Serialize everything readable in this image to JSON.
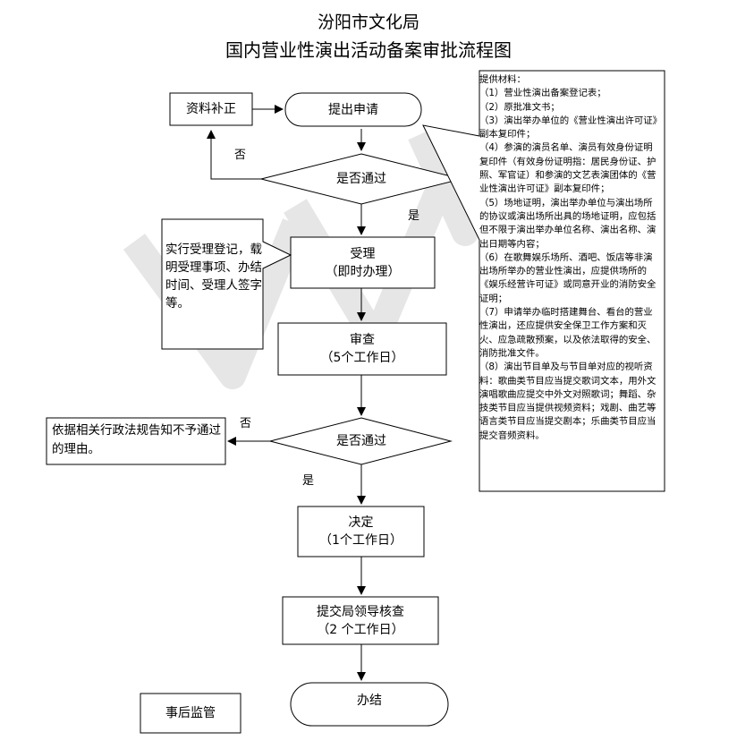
{
  "title": {
    "org": "汾阳市文化局",
    "main": "国内营业性演出活动备案审批流程图"
  },
  "nodes": {
    "supplement": "资料补正",
    "apply": "提出申请",
    "check1": "是否通过",
    "accept_line1": "受理",
    "accept_line2": "（即时办理）",
    "review_line1": "审查",
    "review_line2": "（5个工作日）",
    "check2": "是否通过",
    "decide_line1": "决定",
    "decide_line2": "（1个工作日）",
    "leader_line1": "提交局领导核查",
    "leader_line2": "（2 个工作日）",
    "finish": "办结",
    "supervise": "事后监管",
    "reject": "依据相关行政法规告知不予通过的理由。"
  },
  "edge_labels": {
    "no1": "否",
    "yes1": "是",
    "no2": "否",
    "yes2": "是"
  },
  "accept_note": "实行受理登记，载明受理事项、办结时间、受理人签字等。",
  "materials": [
    "提供材料：",
    "（1）营业性演出备案登记表；",
    "（2）原批准文书；",
    "（3）演出举办单位的《营业性演出许可证》副本复印件；",
    "（4）参演的演员名单、演员有效身份证明复印件（有效身份证明指：居民身份证、护照、军官证）和参演的文艺表演团体的《营业性演出许可证》副本复印件；",
    "（5）场地证明，演出举办单位与演出场所的协议或演出场所出具的场地证明，应包括但不限于演出举办单位名称、演出名称、演出日期等内容；",
    "（6）在歌舞娱乐场所、酒吧、饭店等非演出场所举办的营业性演出，应提供场所的《娱乐经营许可证》或同意开业的消防安全证明；",
    "（7）申请举办临时搭建舞台、看台的营业性演出，还应提供安全保卫工作方案和灭火、应急疏散预案，以及依法取得的安全、消防批准文件。",
    "（8）演出节目单及与节目单对应的视听资料：歌曲类节目应当提交歌词文本，用外文演唱歌曲应提交中外文对照歌词；舞蹈、杂技类节目应当提供视频资料；戏剧、曲艺等语言类节目应当提交剧本；乐曲类节目应当提交音频资料。"
  ],
  "colors": {
    "line": "#000000",
    "watermark": "#e6e6e6",
    "background": "#ffffff"
  }
}
